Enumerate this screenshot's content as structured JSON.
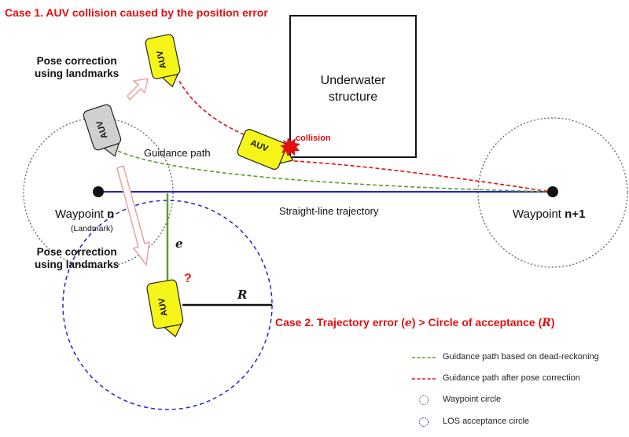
{
  "case1_title": "Case 1. AUV collision caused by the position error",
  "case2": {
    "prefix": "Case 2. Trajectory error (",
    "e": "e",
    "middle": ") > Circle of acceptance (",
    "R": "R",
    "suffix": ")"
  },
  "pose_correction_top": [
    "Pose correction",
    "using landmarks"
  ],
  "pose_correction_bottom": [
    "Pose correction",
    "using landmarks"
  ],
  "underwater_structure": [
    "Underwater",
    "structure"
  ],
  "collision_label": "collision",
  "guidance_path_label": "Guidance path",
  "straight_line_label": "Straight-line trajectory",
  "waypoint_n": {
    "prefix": "Waypoint ",
    "bold": "n",
    "sub": "(Landmark)"
  },
  "waypoint_n1": {
    "prefix": "Waypoint ",
    "bold": "n+1"
  },
  "auv_label": "AUV",
  "e_label": "e",
  "R_label": "R",
  "question_mark": "?",
  "legend": [
    {
      "type": "green-dash",
      "label": "Guidance path based on dead-reckoning"
    },
    {
      "type": "red-dash",
      "label": "Guidance path after pose correction"
    },
    {
      "type": "black-circle",
      "label": "Waypoint circle"
    },
    {
      "type": "blue-circle",
      "label": "LOS acceptance circle"
    }
  ],
  "colors": {
    "red": "#e01010",
    "green": "#5aa02c",
    "blue": "#2222cc",
    "auv_yellow": "#f5f51a",
    "auv_gray": "#d0d0d0",
    "arrow_outline": "#f0a0a0"
  }
}
